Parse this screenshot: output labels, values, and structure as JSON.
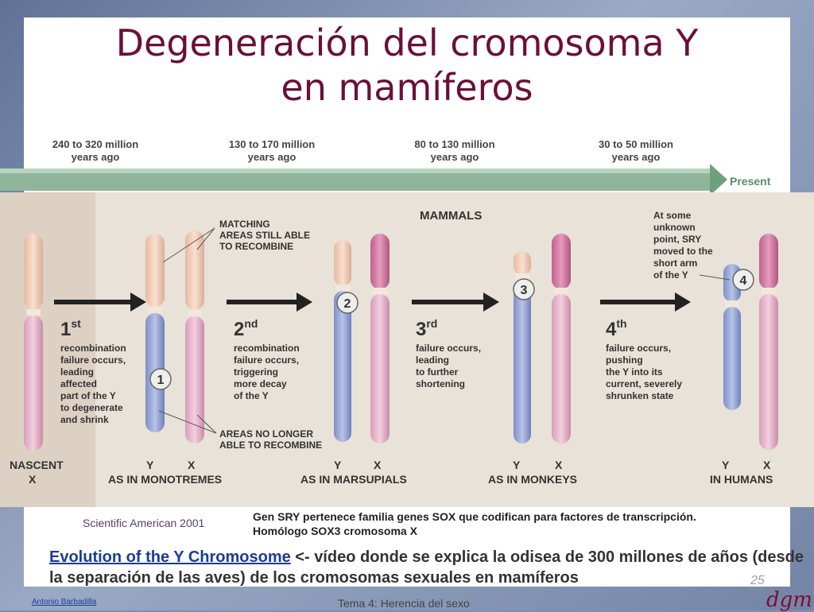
{
  "slide": {
    "title_line1": "Degeneración del cromosoma Y",
    "title_line2": "en mamíferos",
    "page_number": "25",
    "footer_author": "Antonio Barbadilla",
    "footer_topic": "Tema 4: Herencia del sexo",
    "logo_text": "dgm"
  },
  "timeline": {
    "labels": [
      {
        "line1": "240 to 320 million",
        "line2": "years ago"
      },
      {
        "line1": "130 to 170 million",
        "line2": "years ago"
      },
      {
        "line1": "80 to 130 million",
        "line2": "years ago"
      },
      {
        "line1": "30 to 50 million",
        "line2": "years ago"
      }
    ],
    "present": "Present"
  },
  "figure": {
    "mammals": "MAMMALS",
    "matching": [
      "MATCHING",
      "AREAS STILL ABLE",
      "TO RECOMBINE"
    ],
    "no_longer": [
      "AREAS NO LONGER",
      "ABLE TO RECOMBINE"
    ],
    "sry_note": [
      "At some",
      "unknown",
      "point, SRY",
      "moved to the",
      "short arm",
      "of the Y"
    ],
    "step1": {
      "ord": "1",
      "sup": "st",
      "lines": [
        "recombination",
        "failure occurs,",
        "leading",
        "affected",
        "part of the Y",
        "to degenerate",
        "and shrink"
      ]
    },
    "step2": {
      "ord": "2",
      "sup": "nd",
      "lines": [
        "recombination",
        "failure occurs,",
        "triggering",
        "more decay",
        "of the Y"
      ]
    },
    "step3": {
      "ord": "3",
      "sup": "rd",
      "lines": [
        "failure occurs,",
        "leading",
        "to further",
        "shortening"
      ]
    },
    "step4": {
      "ord": "4",
      "sup": "th",
      "lines": [
        "failure occurs,",
        "pushing",
        "the Y into its",
        "current, severely",
        "shrunken state"
      ]
    },
    "markers": [
      "1",
      "2",
      "3",
      "4"
    ],
    "captions": {
      "nascent": [
        "NASCENT",
        "X"
      ],
      "monotremes": "AS IN MONOTREMES",
      "marsupials": "AS IN MARSUPIALS",
      "monkeys": "AS IN MONKEYS",
      "humans": "IN HUMANS",
      "y": "Y",
      "x": "X"
    }
  },
  "credit": "Scientific American 2001",
  "note": {
    "line1": "Gen SRY pertenece familia genes SOX que codifican para factores de transcripción.",
    "line2": "Homólogo SOX3 cromosoma X"
  },
  "bottom": {
    "link_text": "Evolution of the Y Chromosome",
    "rest": " <- vídeo donde se explica la odisea de 300 millones de años (desde la separación de las aves) de los cromosomas sexuales en mamíferos"
  }
}
